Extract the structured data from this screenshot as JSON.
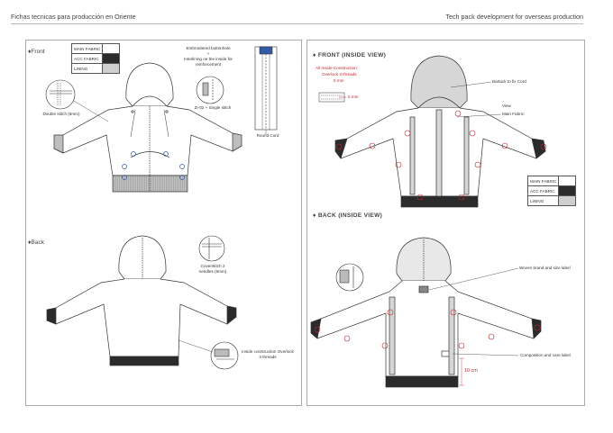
{
  "header": {
    "left_title": "Fichas tecnicas para producción en Oriente",
    "right_title": "Tech pack development for overseas production"
  },
  "left_panel": {
    "front_title": "Front",
    "back_title": "Back",
    "legend": [
      {
        "label": "MAIN FABRIC",
        "color": "#ffffff"
      },
      {
        "label": "ACC FABRIC",
        "color": "#2b2b2b"
      },
      {
        "label": "LINING",
        "color": "#cfcfcf"
      }
    ],
    "notes": {
      "buttonhole": "Embroidered buttonhole",
      "plus": "+",
      "interlining": "Interlining on the inside for reinforcement",
      "double_stitch": "Double stitch (6mm)",
      "zipper": "ZI-02 + Single stitch",
      "round_cord": "Round Cord",
      "coverstitch": "Coverstitch 2 needles (6mm)",
      "inside_construction": "Inside construction Overlock 3 threads"
    }
  },
  "right_panel": {
    "front_inside_title": "FRONT (INSIDE VIEW)",
    "back_inside_title": "BACK (INSIDE VIEW)",
    "all_inside_1": "All Inside Construction:",
    "all_inside_2": "Overlock 3 threads",
    "all_inside_3": "5 mm",
    "small_5mm": "5 mm",
    "bartack": "Bartack to fix Cord",
    "view": "View",
    "main_fabric_label": "Main Fabric:",
    "woven_label": "Woven brand and size label",
    "care_label": "Composition and care label",
    "ten_cm": "10 cm",
    "legend": [
      {
        "label": "MAIN FABRIC",
        "color": "#ffffff"
      },
      {
        "label": "ACC FABRIC",
        "color": "#2b2b2b"
      },
      {
        "label": "LINING",
        "color": "#cfcfcf"
      }
    ]
  },
  "colors": {
    "acc_fabric": "#2b2b2b",
    "lining": "#d6d6d6",
    "rib": "#b8b8b8",
    "annotation_red": "#c0282d",
    "marker_blue": "#2e5aa8"
  }
}
